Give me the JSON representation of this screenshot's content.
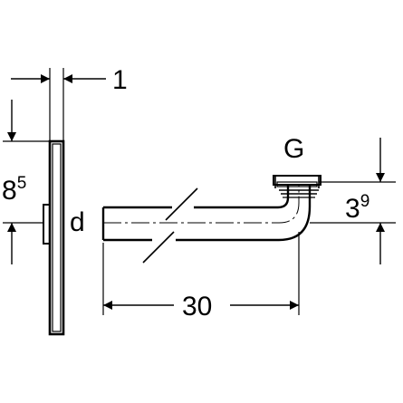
{
  "dimensions": {
    "plate_thickness": "1",
    "height_base": "8",
    "height_exp": "5",
    "offset_base": "3",
    "offset_exp": "9",
    "length": "30"
  },
  "labels": {
    "thread": "G",
    "diameter": "d"
  },
  "colors": {
    "line": "#000000",
    "background": "#ffffff"
  }
}
